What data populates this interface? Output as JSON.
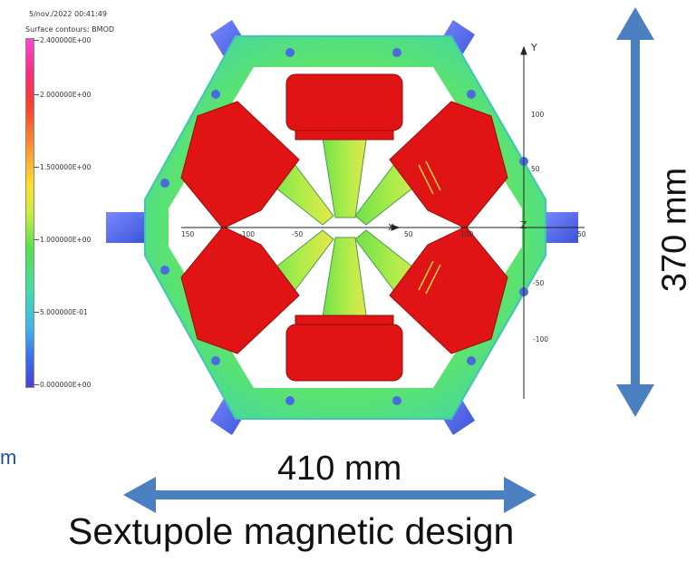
{
  "header": {
    "timestamp": "5/nov./2022 00:41:49",
    "legend_title": "Surface contours: BMOD"
  },
  "legend": {
    "labels": [
      "2.400000E+00",
      "2.000000E+00",
      "1.500000E+00",
      "1.000000E+00",
      "5.000000E-01",
      "0.000000E+00"
    ],
    "colors": {
      "high": "#ff44d6",
      "mid": "#54e24a",
      "low": "#4a3fd8"
    }
  },
  "axes": {
    "y_label": "Y",
    "x_label": "X",
    "z_label": "Z",
    "x_ticks": [
      "150",
      "-100",
      "-50",
      "50",
      "100",
      "50"
    ],
    "y_ticks": [
      "100",
      "50",
      "-50",
      "-100"
    ]
  },
  "annotations": {
    "width": "410 mm",
    "height": "370 mm",
    "left_fragment": "m",
    "caption": "Sextupole magnetic design"
  },
  "colors": {
    "coil": "#e01414",
    "yoke": "#4fe36a",
    "arrow": "#4a7fc0",
    "pole_mount": "#4a6fe0"
  }
}
